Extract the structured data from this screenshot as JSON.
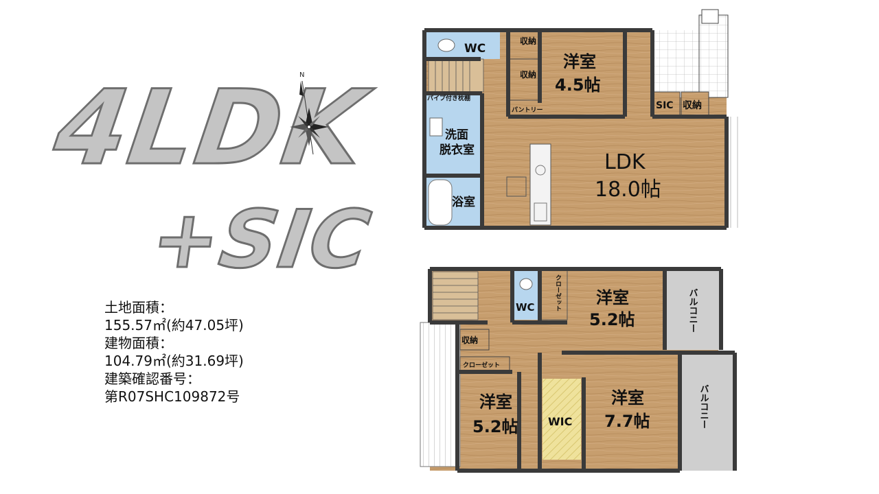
{
  "title": {
    "main": "4LDK",
    "sub": "+SIC"
  },
  "compass": {
    "north_label": "N"
  },
  "info": {
    "land_area_label": "土地面積：",
    "land_area_value": "155.57㎡(約47.05坪)",
    "building_area_label": "建物面積：",
    "building_area_value": "104.79㎡(約31.69坪)",
    "permit_label": "建築確認番号：",
    "permit_value": "第R07SHC109872号"
  },
  "floor1": {
    "wc": "WC",
    "storage_a": "収納",
    "storage_b": "収納",
    "western_name": "洋室",
    "western_size": "4.5帖",
    "sic": "SIC",
    "storage_c": "収納",
    "pipe_shelf": "パイプ付き枕棚",
    "pantry": "パントリー",
    "washroom_l1": "洗面",
    "washroom_l2": "脱衣室",
    "ldk_name": "LDK",
    "ldk_size": "18.0帖",
    "bath": "浴室"
  },
  "floor2": {
    "wc": "WC",
    "closet_v": "クローゼット",
    "western_a_name": "洋室",
    "western_a_size": "5.2帖",
    "balcony_a": "バルコニー",
    "storage": "収納",
    "closet_h": "クローゼット",
    "western_b_name": "洋室",
    "western_b_size": "5.2帖",
    "wic": "WIC",
    "western_c_name": "洋室",
    "western_c_size": "7.7帖",
    "balcony_b": "バルコニー"
  },
  "colors": {
    "wood": "#c79e6e",
    "wood_dark": "#b58a5a",
    "wet": "#b7d6ee",
    "wall": "#3a3a3a",
    "balcony": "#cfcfcf",
    "wic": "#efe29c",
    "title_fill": "#c4c4c4",
    "title_stroke": "#6e6e6e"
  }
}
